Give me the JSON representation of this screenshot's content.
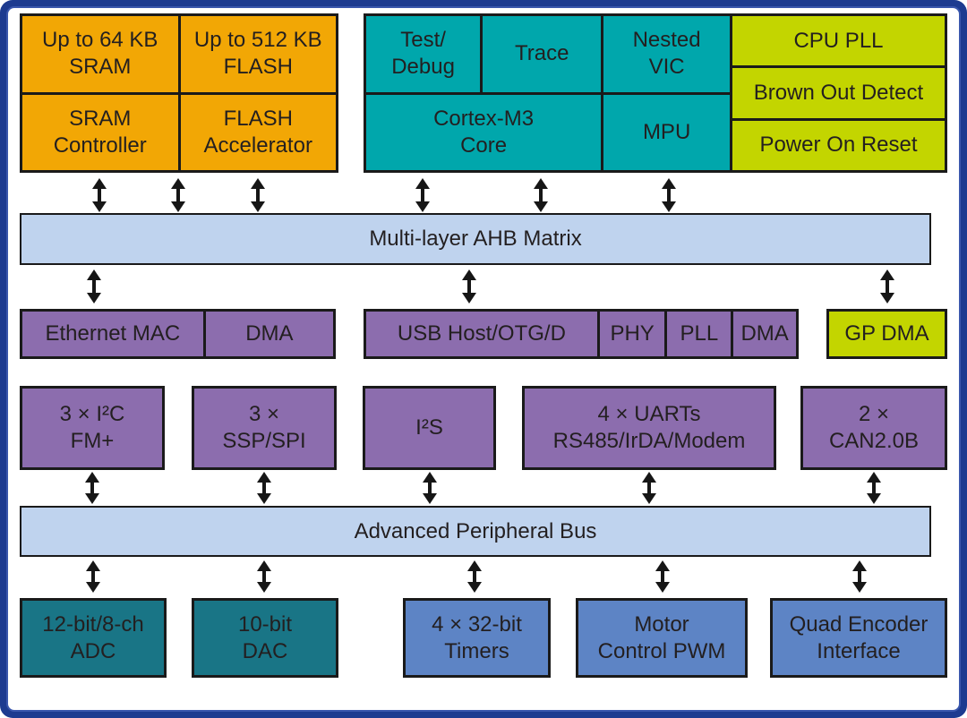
{
  "palette": {
    "frame": "#1d3b90",
    "memory_orange": "#f2a705",
    "cpu_teal": "#00a7ac",
    "system_lime": "#c3d500",
    "peripheral_purple": "#8c6dae",
    "bus_light_blue": "#bfd3ee",
    "analog_dark_teal": "#197586",
    "timer_blue": "#5d84c5",
    "border_black": "#1a1a1a",
    "text": "#231f20"
  },
  "top": {
    "memory": {
      "sram_size": "Up to 64 KB\nSRAM",
      "flash_size": "Up to 512 KB\nFLASH",
      "sram_controller": "SRAM\nController",
      "flash_accelerator": "FLASH\nAccelerator"
    },
    "cpu": {
      "test_debug": "Test/\nDebug",
      "trace": "Trace",
      "nested_vic": "Nested\nVIC",
      "core": "Cortex-M3\nCore",
      "mpu": "MPU"
    },
    "system": {
      "cpu_pll": "CPU PLL",
      "brown_out_detect": "Brown Out Detect",
      "power_on_reset": "Power On Reset"
    }
  },
  "ahb_bus": {
    "label": "Multi-layer AHB Matrix"
  },
  "ahb_row": {
    "ethernet_mac": "Ethernet MAC",
    "ethernet_dma": "DMA",
    "usb_host": "USB Host/OTG/D",
    "phy": "PHY",
    "pll": "PLL",
    "usb_dma": "DMA",
    "gp_dma": "GP DMA"
  },
  "peripheral_row": {
    "i2c": "3 × I²C\nFM+",
    "ssp_spi": "3 ×\nSSP/SPI",
    "i2s": "I²S",
    "uarts": "4 × UARTs\nRS485/IrDA/Modem",
    "can": "2 ×\nCAN2.0B"
  },
  "apb_bus": {
    "label": "Advanced Peripheral Bus"
  },
  "bottom_row": {
    "adc": "12-bit/8-ch\nADC",
    "dac": "10-bit\nDAC",
    "timers": "4 × 32-bit\nTimers",
    "motor_pwm": "Motor\nControl PWM",
    "quad_encoder": "Quad Encoder\nInterface"
  }
}
